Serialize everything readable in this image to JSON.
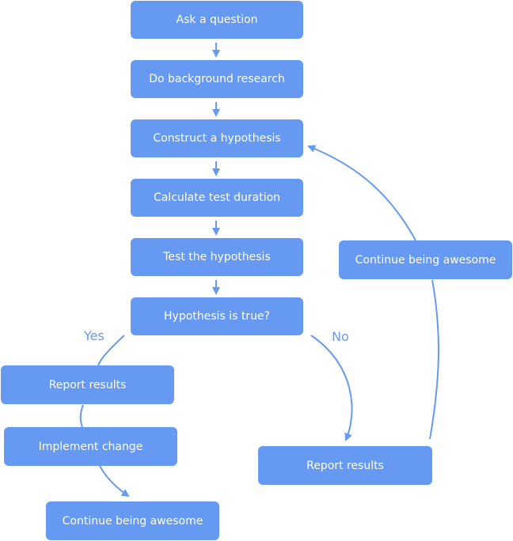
{
  "flowchart": {
    "steps": [
      "Ask a question",
      "Do background research",
      "Construct a hypothesis",
      "Calculate test duration",
      "Test the hypothesis",
      "Hypothesis is true?"
    ],
    "yes_branch": {
      "label": "Yes",
      "steps": [
        "Report results",
        "Implement change",
        "Continue being awesome"
      ]
    },
    "no_branch": {
      "label": "No",
      "steps": [
        "Report results",
        "Continue being awesome"
      ]
    }
  },
  "colors": {
    "node_fill": "#6699f2",
    "node_text": "#ffffff",
    "connector": "#6699f2",
    "label_text": "#6699f2"
  }
}
